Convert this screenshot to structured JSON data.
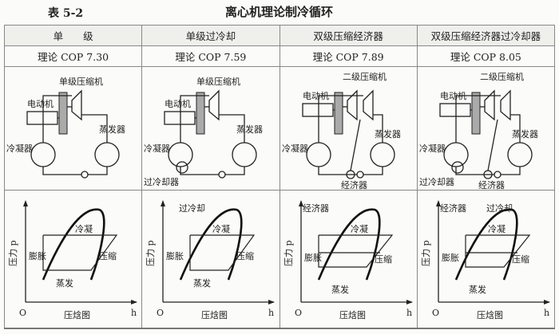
{
  "table_number": "表 5-2",
  "title": "离心机理论制冷循环",
  "columns": [
    {
      "name": "单　　级",
      "cop": "理论 COP 7.30",
      "compressor": "单级压缩机",
      "subcool": false,
      "economizer": false
    },
    {
      "name": "单级过冷却",
      "cop": "理论 COP 7.59",
      "compressor": "单级压缩机",
      "subcool": true,
      "economizer": false
    },
    {
      "name": "双级压缩经济器",
      "cop": "理论 COP 7.89",
      "compressor": "二级压缩机",
      "subcool": false,
      "economizer": true
    },
    {
      "name": "双级压缩经济器过冷却器",
      "cop": "理论 COP 8.05",
      "compressor": "二级压缩机",
      "subcool": true,
      "economizer": true
    }
  ],
  "labels": {
    "motor": "电动机",
    "condenser": "冷凝器",
    "evaporator": "蒸发器",
    "subcooler": "过冷却器",
    "economizer": "经济器",
    "ph_title": "压焓图",
    "pressure": "压力 p",
    "origin": "O",
    "h": "h",
    "condense": "冷凝",
    "expand": "膨胀",
    "compress": "压缩",
    "evaporate": "蒸发",
    "subcool": "过冷却",
    "economizer_ph": "经济器"
  }
}
